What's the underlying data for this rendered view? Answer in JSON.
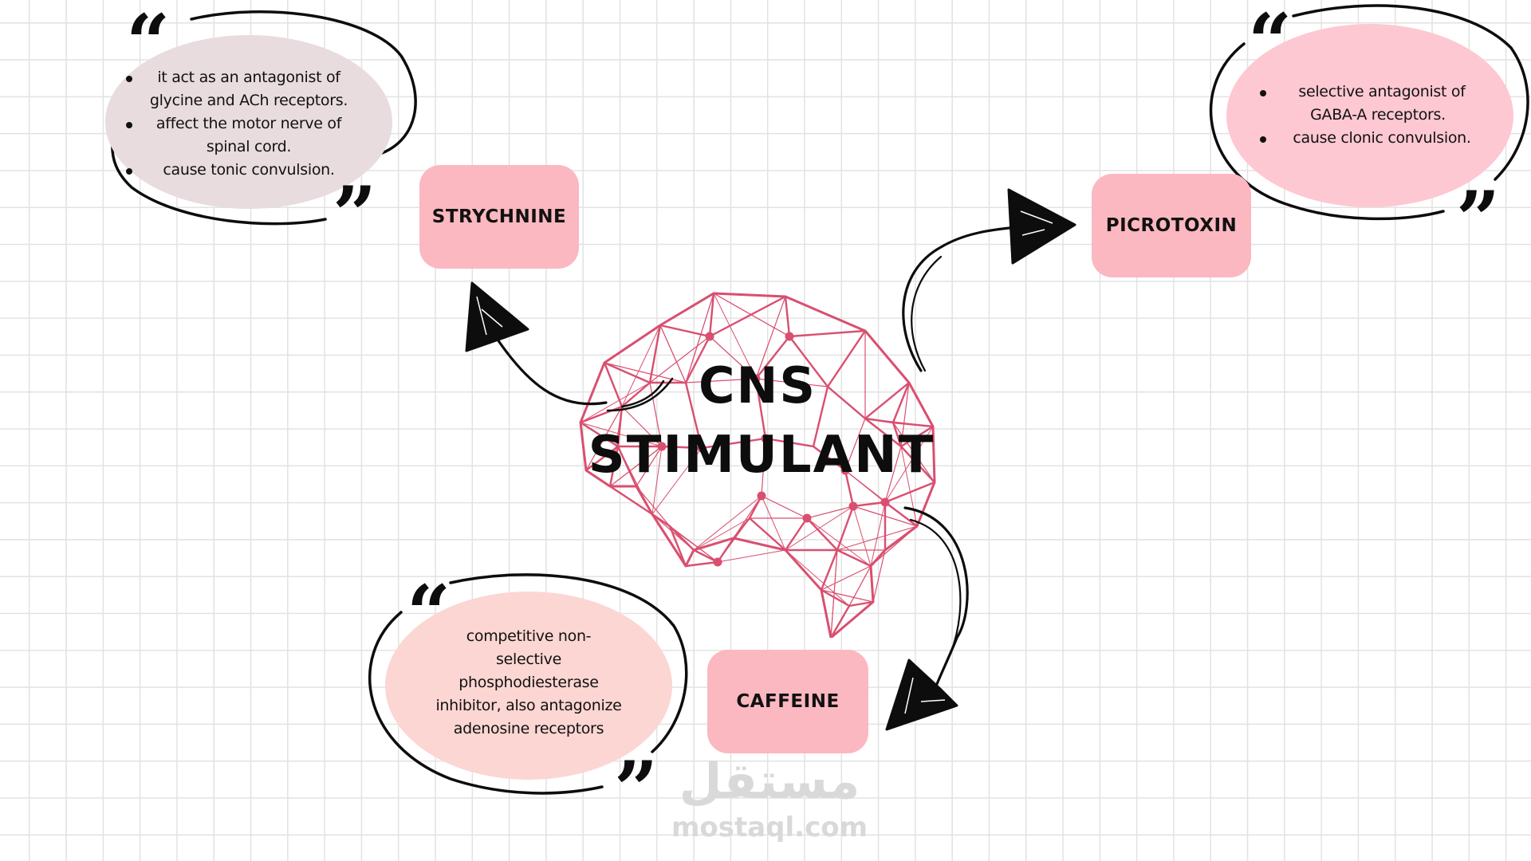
{
  "title": {
    "line1": "CNS",
    "line2": "STIMULANT"
  },
  "colors": {
    "brain_network": "#d94f70",
    "label_box": "#fbb8c0",
    "strychnine_bubble": "#e8dcdf",
    "picrotoxin_bubble": "#fdc8d2",
    "caffeine_bubble": "#fbd6d2",
    "outline": "#0d0d0d",
    "grid": "#e2e2e2"
  },
  "nodes": [
    {
      "id": "strychnine",
      "label": "STRYCHNINE",
      "bullets": [
        "it act as an antagonist of glycine and ACh receptors.",
        "affect the motor nerve of spinal cord.",
        "cause tonic convulsion."
      ]
    },
    {
      "id": "picrotoxin",
      "label": "PICROTOXIN",
      "bullets": [
        "selective antagonist of GABA-A receptors.",
        "cause clonic convulsion."
      ]
    },
    {
      "id": "caffeine",
      "label": "CAFFEINE",
      "description": "competitive non-selective phosphodiesterase inhibitor, also antagonize adenosine receptors"
    }
  ],
  "text_lines": {
    "strychnine": [
      "it act as an antagonist of",
      "glycine and ACh receptors.",
      "affect the motor nerve of",
      "spinal cord.",
      "cause tonic convulsion."
    ],
    "picrotoxin": [
      "selective antagonist of",
      "GABA-A receptors.",
      "cause clonic convulsion."
    ],
    "caffeine": [
      "competitive non-",
      "selective",
      "phosphodiesterase",
      "inhibitor, also antagonize",
      "adenosine receptors"
    ]
  },
  "quotes": {
    "open": "“",
    "close": "”"
  },
  "watermark": {
    "arabic": "مستقل",
    "latin": "mostaql.com"
  },
  "icons": {
    "brain": "brain-network-icon",
    "arrow": "hand-drawn-arrow-icon",
    "quote_open": "open-quote-icon",
    "quote_close": "close-quote-icon"
  }
}
